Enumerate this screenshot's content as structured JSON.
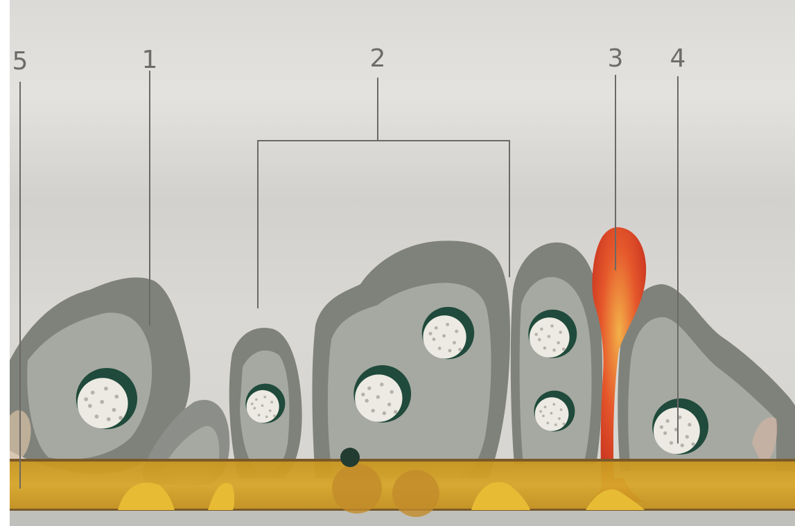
{
  "labels": {
    "label_5": "5",
    "label_1": "1",
    "label_2": "2",
    "label_3": "3",
    "label_4": "4"
  },
  "colors": {
    "background": "#dddbd8",
    "cell_outer": "#7f827a",
    "cell_inner": "#a6a9a1",
    "nucleus_rim": "#1f4a3c",
    "nucleus_body": "#eceae2",
    "basement_membrane": "#d3a126",
    "red_cell": "#d43a22"
  },
  "icons": {
    "nucleus": "nucleus-icon",
    "red_cell": "teardrop-cell-icon"
  }
}
